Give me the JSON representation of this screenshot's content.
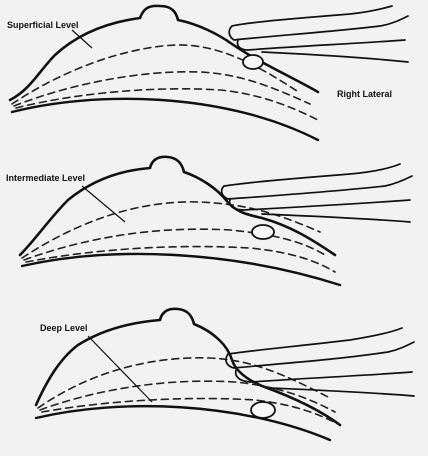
{
  "labels": {
    "superficial": "Superficial Level",
    "right_lateral": "Right Lateral",
    "intermediate": "Intermediate Level",
    "deep": "Deep Level"
  },
  "panels": [
    {
      "name": "superficial-level-panel",
      "depth": "superficial"
    },
    {
      "name": "intermediate-level-panel",
      "depth": "intermediate"
    },
    {
      "name": "deep-level-panel",
      "depth": "deep"
    }
  ]
}
